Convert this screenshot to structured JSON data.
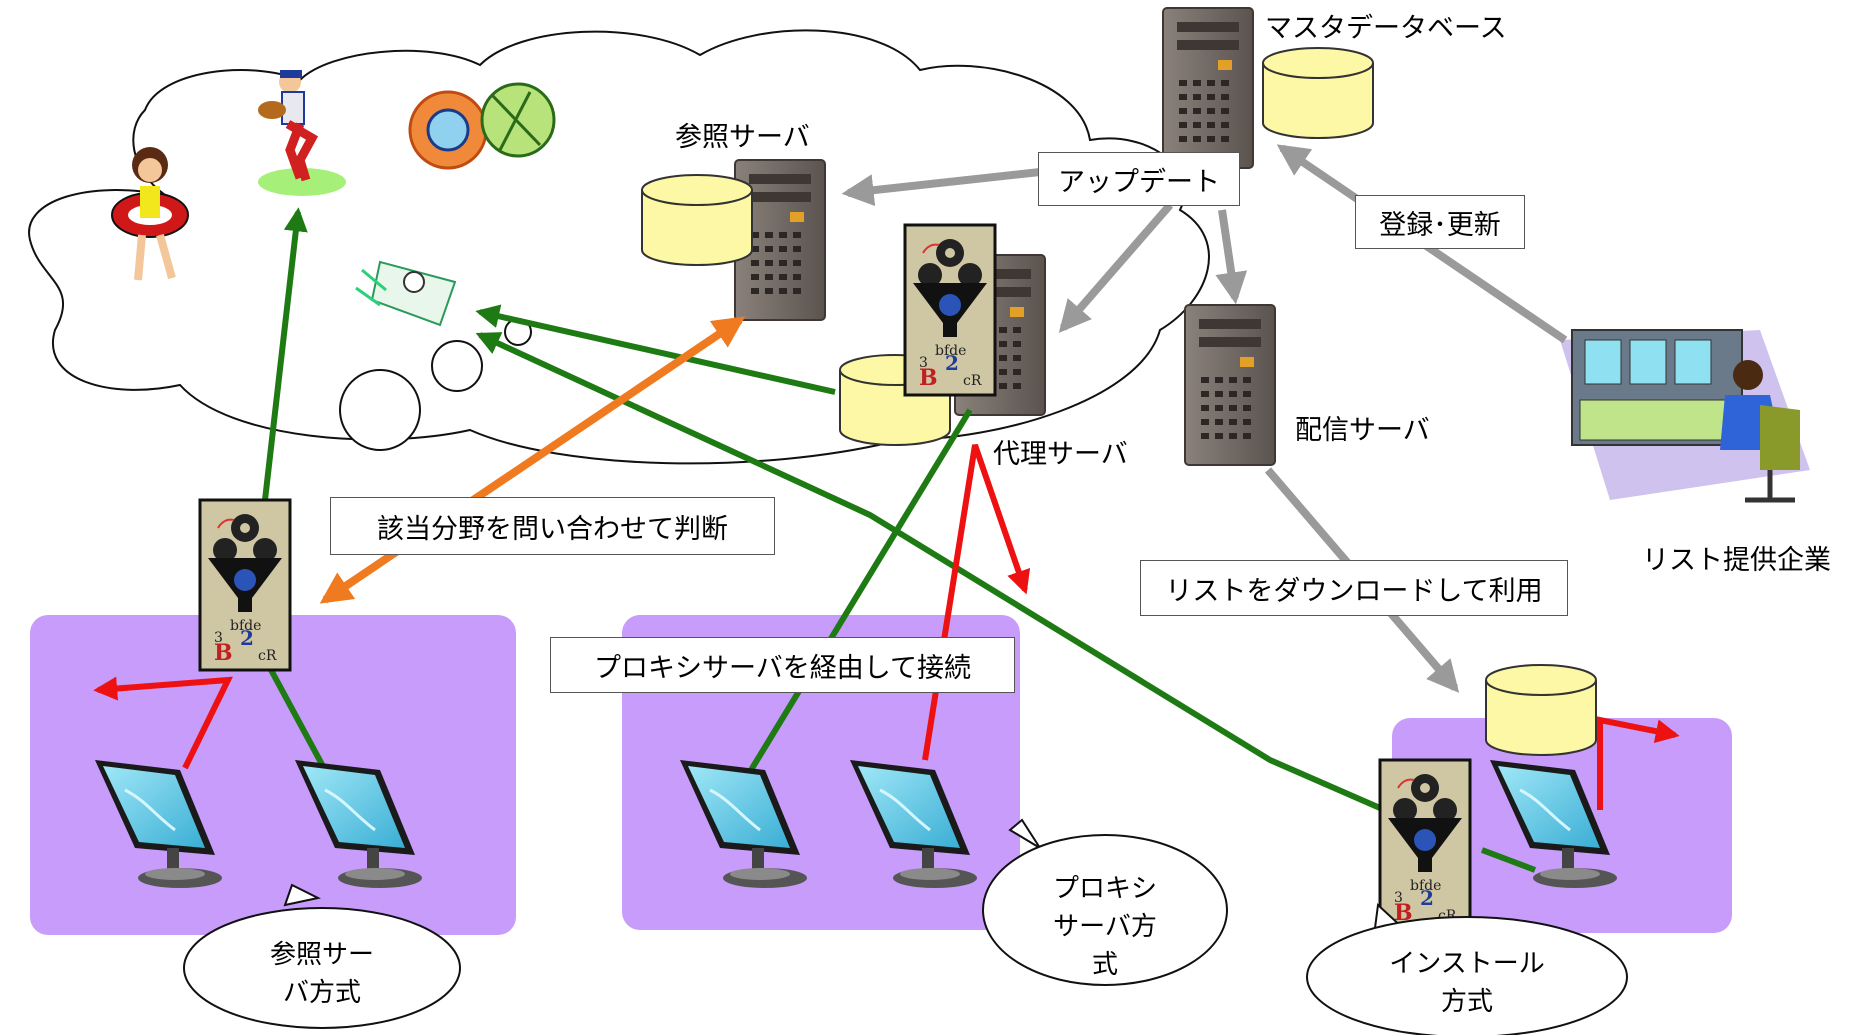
{
  "labels": {
    "master_db": "マスタデータベース",
    "ref_server": "参照サーバ",
    "update": "アップデート",
    "register": "登録･更新",
    "proxy_server": "代理サーバ",
    "dist_server": "配信サーバ",
    "list_provider": "リスト提供企業",
    "inquire": "該当分野を問い合わせて判断",
    "download": "リストをダウンロードして利用",
    "via_proxy": "プロキシサーバを経由して接続"
  },
  "bubbles": {
    "ref_method_line1": "参照サー",
    "ref_method_line2": "バ方式",
    "proxy_method_line1": "プロキシ",
    "proxy_method_line2": "サーバ方",
    "proxy_method_line3": "式",
    "install_method_line1": "インストール",
    "install_method_line2": "方式"
  },
  "colors": {
    "gray_arrow": "#9a9a9a",
    "green_arrow": "#1e7a12",
    "red_arrow": "#ee1111",
    "orange_arrow": "#f07a20",
    "zone_purple": "#c89cfb",
    "db_yellow": "#fdf8a6",
    "server_gray": "#6f6660"
  },
  "icons": [
    "internet-cloud",
    "server-icon",
    "database-icon",
    "filter-funnel-icon",
    "monitor-icon",
    "operator-icon",
    "swimmer-clipart",
    "baseball-clipart",
    "map-clipart",
    "news-clipart"
  ]
}
